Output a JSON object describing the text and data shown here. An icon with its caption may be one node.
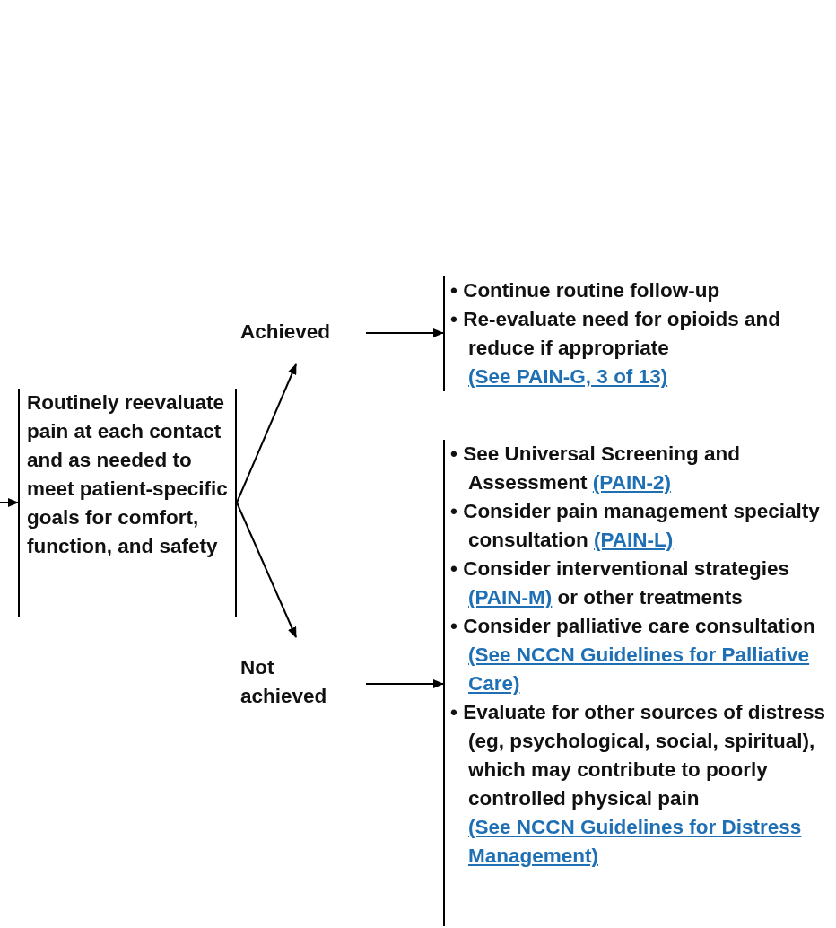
{
  "diagram": {
    "nodes": [
      {
        "text": [
          "Routinely reevaluate pain at each contact and as needed to meet patient-specific goals for comfort, function, and safety"
        ]
      },
      {
        "text": [
          "Achieved"
        ]
      },
      {
        "text": [
          "• Continue routine follow-up",
          "• Re-evaluate need for opioids and reduce if appropriate",
          "(See PAIN-G, 3 of 13)"
        ]
      },
      {
        "text": [
          "Not achieved"
        ]
      },
      {
        "text": [
          "• See Universal Screening and Assessment",
          "(PAIN-2)",
          "• Consider pain management specialty consultation",
          "(PAIN-L)",
          "• Consider interventional strategies",
          "(PAIN-M)",
          "or other treatments",
          "• Consider palliative care consultation",
          "(See NCCN Guidelines for Palliative Care)",
          "• Evaluate for other sources of distress (eg, psychological, social, spiritual), which may contribute to poorly controlled physical pain",
          "(See NCCN Guidelines for Distress Management)"
        ]
      }
    ],
    "edges": [
      {
        "from": null,
        "to": 0,
        "arrow": "to"
      },
      {
        "from": 0,
        "to": 1,
        "arrow": "to"
      },
      {
        "from": 0,
        "to": 3,
        "arrow": "to"
      },
      {
        "from": 1,
        "to": 2,
        "arrow": "to"
      },
      {
        "from": 3,
        "to": 4,
        "arrow": "to"
      }
    ]
  }
}
